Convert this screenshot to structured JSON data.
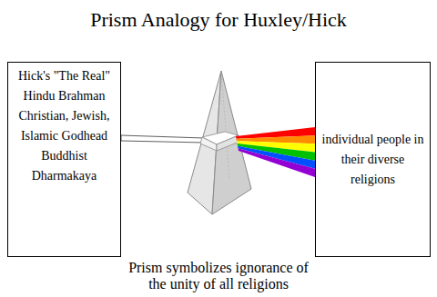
{
  "diagram": {
    "title": "Prism Analogy for Huxley/Hick",
    "caption": "Prism symbolizes ignorance of the unity of all religions",
    "nodes": [
      {
        "text": [
          "Hick's \"The Real\"",
          "Hindu Brahman",
          "Christian, Jewish, Islamic Godhead",
          "Buddhist Dharmakaya"
        ]
      },
      {
        "text": [
          "individual people in their diverse religions"
        ]
      }
    ]
  }
}
